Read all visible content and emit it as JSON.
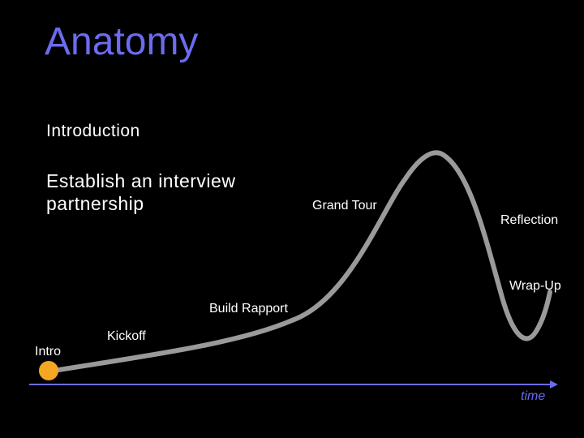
{
  "slide": {
    "title": "Anatomy",
    "subtitle": "Introduction",
    "description": "Establish an interview partnership"
  },
  "stages": {
    "intro": "Intro",
    "kickoff": "Kickoff",
    "build_rapport": "Build Rapport",
    "grand_tour": "Grand Tour",
    "reflection": "Reflection",
    "wrap_up": "Wrap-Up"
  },
  "axis": {
    "label": "time"
  },
  "colors": {
    "title": "#6b6bf0",
    "axis": "#6b6bf0",
    "curve": "#9a9a9a",
    "marker": "#f5a623",
    "text": "#ffffff",
    "background": "#000000"
  },
  "current_stage": "Intro"
}
